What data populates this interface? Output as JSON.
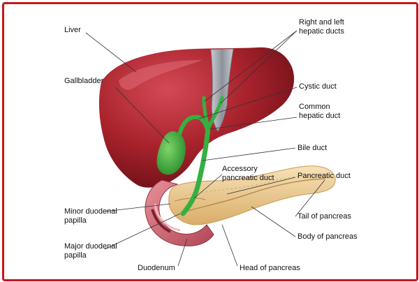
{
  "colors": {
    "frame": "#c8161d",
    "liver": "#a8222c",
    "liver_highlight": "#cf4450",
    "ligament": "#9a9ea6",
    "gallbladder": "#3ea33a",
    "bile_duct": "#35b040",
    "pancreas": "#efcf96",
    "duodenum": "#d46a78",
    "leader_line": "#333333"
  },
  "labels": {
    "liver": "Liver",
    "gallbladder": "Gallbladder",
    "right_left_hepatic_ducts": "Right and left\nhepatic ducts",
    "cystic_duct": "Cystic duct",
    "common_hepatic_duct": "Common\nhepatic duct",
    "bile_duct": "Bile duct",
    "accessory_pancreatic_duct": "Accessory\npancreatic duct",
    "pancreatic_duct": "Pancreatic duct",
    "minor_duodenal_papilla": "Minor duodenal\npapilla",
    "tail_of_pancreas": "Tail of pancreas",
    "major_duodenal_papilla": "Major duodenal\npapilla",
    "body_of_pancreas": "Body of pancreas",
    "duodenum": "Duodenum",
    "head_of_pancreas": "Head of pancreas"
  }
}
